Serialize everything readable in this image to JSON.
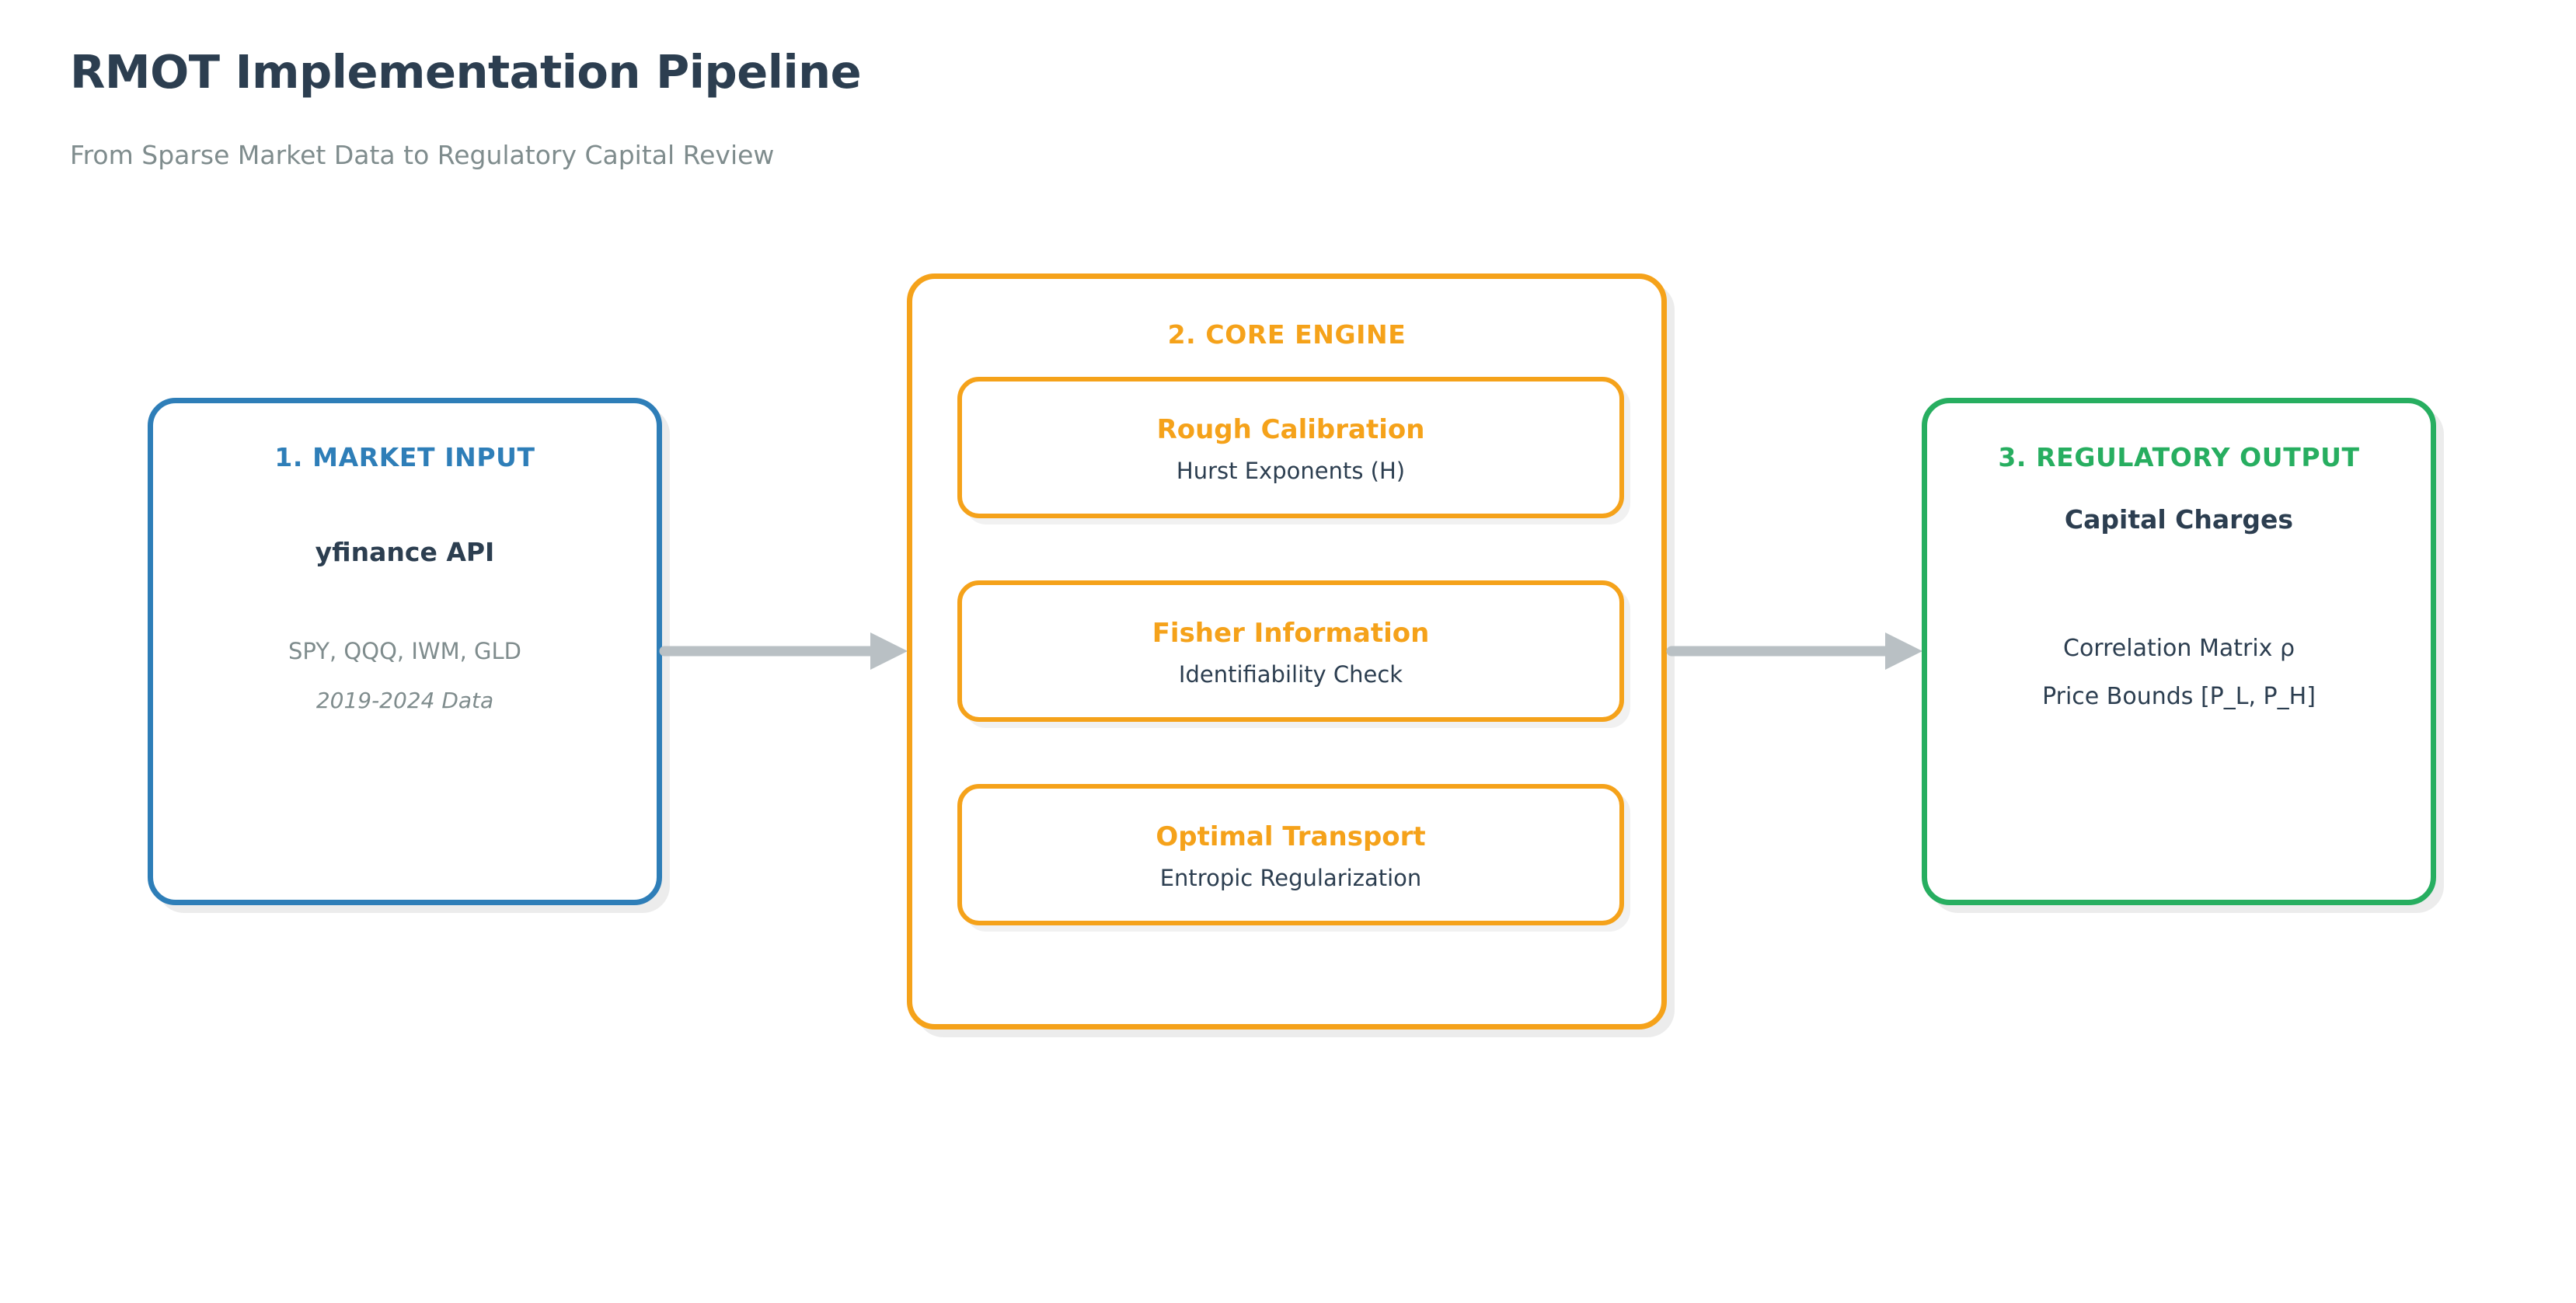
{
  "header": {
    "title": "RMOT Implementation Pipeline",
    "subtitle": "From Sparse Market Data to Regulatory Capital Review"
  },
  "colors": {
    "input_accent": "#2E7EB8",
    "engine_accent": "#F5A21A",
    "output_accent": "#27AE60",
    "text_dark": "#2c3e50",
    "text_muted": "#7f8c8d",
    "arrow": "#b9c0c4",
    "background": "#ffffff"
  },
  "stages": {
    "input": {
      "heading": "1. MARKET INPUT",
      "primary": "yfinance API",
      "tickers": "SPY, QQQ, IWM, GLD",
      "period": "2019-2024 Data"
    },
    "engine": {
      "heading": "2. CORE ENGINE",
      "modules": [
        {
          "title": "Rough Calibration",
          "subtitle": "Hurst Exponents (H)"
        },
        {
          "title": "Fisher Information",
          "subtitle": "Identifiability Check"
        },
        {
          "title": "Optimal Transport",
          "subtitle": "Entropic Regularization"
        }
      ]
    },
    "output": {
      "heading": "3. REGULATORY OUTPUT",
      "primary": "Capital Charges",
      "detail_1": "Correlation Matrix ρ",
      "detail_2": "Price Bounds [P_L, P_H]"
    }
  },
  "connectors": [
    {
      "name": "input-to-engine"
    },
    {
      "name": "engine-to-output"
    }
  ]
}
